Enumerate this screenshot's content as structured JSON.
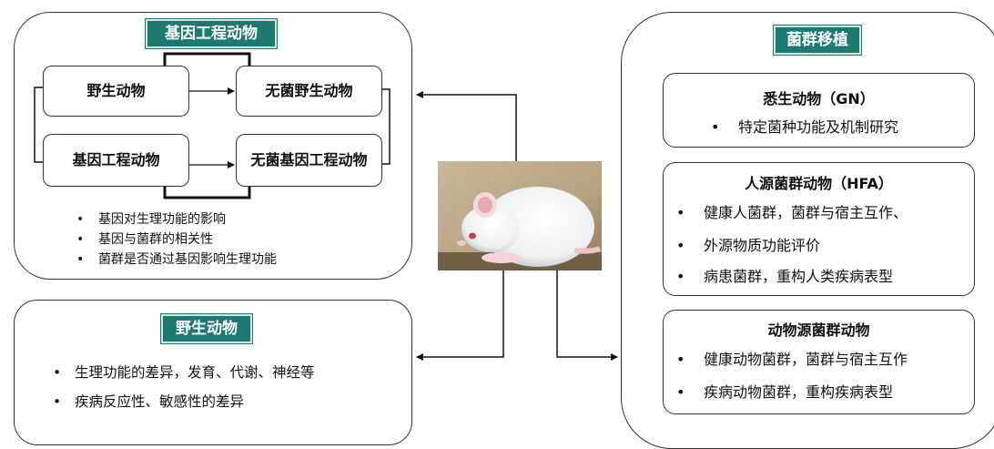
{
  "gm_panel": {
    "tag": "基因工程动物",
    "boxes": {
      "wild": "野生动物",
      "germfree_wild": "无菌野生动物",
      "gm": "基因工程动物",
      "germfree_gm": "无菌基因工程动物"
    },
    "bullets": [
      "基因对生理功能的影响",
      "基因与菌群的相关性",
      "菌群是否通过基因影响生理功能"
    ]
  },
  "wild_panel": {
    "tag": "野生动物",
    "bullets": [
      "生理功能的差异，发育、代谢、神经等",
      "疾病反应性、敏感性的差异"
    ]
  },
  "transplant_panel": {
    "tag": "菌群移植",
    "gn": {
      "title": "悉生动物（GN）",
      "bullets": [
        "特定菌种功能及机制研究"
      ]
    },
    "hfa": {
      "title": "人源菌群动物（HFA）",
      "bullets": [
        "健康人菌群，菌群与宿主互作、",
        "外源物质功能评价",
        "病患菌群，重构人类疾病表型"
      ]
    },
    "animal": {
      "title": "动物源菌群动物",
      "bullets": [
        "健康动物菌群，菌群与宿主互作",
        "疾病动物菌群，重构疾病表型"
      ]
    }
  },
  "center_image": {
    "icon": "white-mouse-photo"
  }
}
